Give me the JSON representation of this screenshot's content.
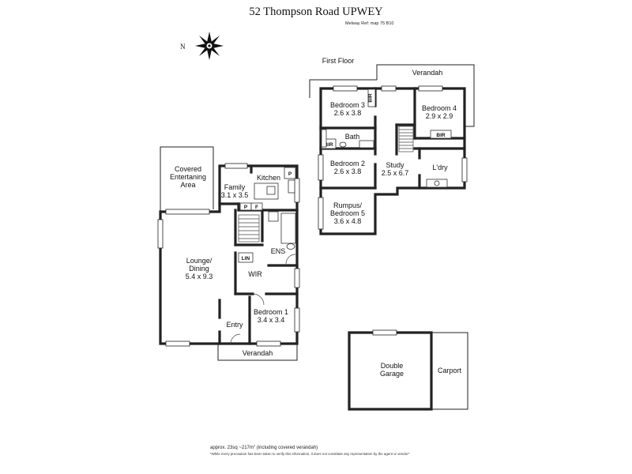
{
  "header": {
    "title": "52 Thompson Road UPWEY",
    "melway_ref": "Melway Ref: map 75 B10"
  },
  "compass": {
    "label": "N"
  },
  "first_floor": {
    "heading": "First Floor",
    "verandah": "Verandah",
    "rooms": {
      "bedroom3": {
        "name": "Bedroom 3",
        "size": "2.6 x 3.8"
      },
      "bedroom4": {
        "name": "Bedroom 4",
        "size": "2.9 x 2.9"
      },
      "bath": {
        "name": "Bath"
      },
      "bir_a": {
        "name": "BIR"
      },
      "bir_b": {
        "name": "BIR"
      },
      "bir_c": {
        "name": "BIR"
      },
      "bedroom2": {
        "name": "Bedroom 2",
        "size": "2.6 x 3.8"
      },
      "study": {
        "name": "Study",
        "size": "2.5 x 6.7"
      },
      "laundry": {
        "name": "L'dry"
      },
      "rumpus": {
        "name_line1": "Rumpus/",
        "name_line2": "Bedroom 5",
        "size": "3.6 x 4.8"
      }
    }
  },
  "ground_floor": {
    "covered_area": {
      "line1": "Covered",
      "line2": "Entertaning",
      "line3": "Area"
    },
    "family": {
      "name": "Family",
      "size": "3.1 x 3.5"
    },
    "kitchen": {
      "name": "Kitchen"
    },
    "pantry_p1": "P",
    "pantry_p2": "P",
    "fridge_f": "F",
    "lounge": {
      "name_line1": "Lounge/",
      "name_line2": "Dining",
      "size": "5.4 x 9.3"
    },
    "lin": "LIN",
    "ens": "ENS",
    "wir": "WIR",
    "bedroom1": {
      "name": "Bedroom 1",
      "size": "3.4 x 3.4"
    },
    "entry": "Entry",
    "verandah": "Verandah"
  },
  "garage": {
    "double_garage_line1": "Double",
    "double_garage_line2": "Garage",
    "carport": "Carport"
  },
  "footer": {
    "area_prefix": "approx. 23sq ~217m",
    "area_sup": "2",
    "area_suffix": " (including covered verandah)",
    "disclaimer": "*While every precaution has been taken to verify this information, it does not constitute any representation by the agent or vendor*"
  }
}
